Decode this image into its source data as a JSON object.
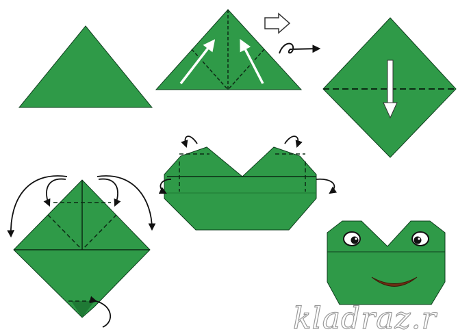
{
  "colors": {
    "paper": "#2f9a48",
    "paper_dark": "#1f7a35",
    "outline": "#0f3f1e",
    "fold_line": "#0c2a14",
    "arrow": "#111111",
    "arrow_light": "#ffffff",
    "mouth": "#6b2e12",
    "eye_white": "#ffffff",
    "pupil": "#111111"
  },
  "steps": [
    {
      "id": 1,
      "shape": "triangle"
    },
    {
      "id": 2,
      "shape": "triangle-with-fold-arrows"
    },
    {
      "id": 3,
      "shape": "square-diamond-turned"
    },
    {
      "id": 4,
      "shape": "diamond-with-top-folds"
    },
    {
      "id": 5,
      "shape": "head-outline-with-corner-folds"
    },
    {
      "id": 6,
      "shape": "finished-frog-face"
    }
  ],
  "icons": {
    "next_step": "outline-arrow-right-icon",
    "flip": "flip-over-icon"
  },
  "watermark": "kladraz.r"
}
